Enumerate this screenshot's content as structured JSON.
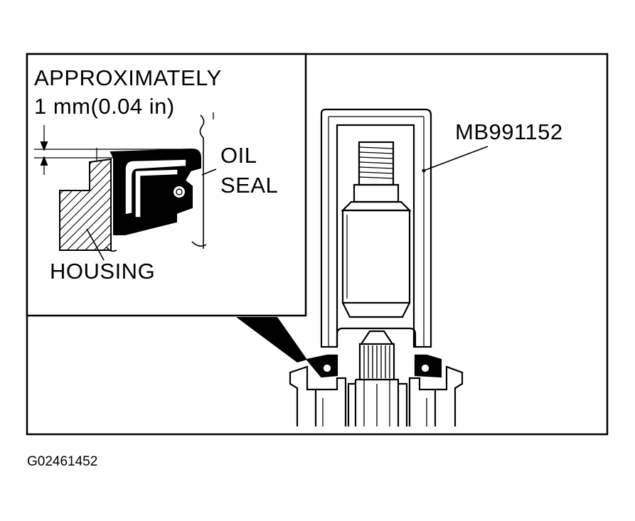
{
  "inset": {
    "line1": "APPROXIMATELY",
    "line2": "1 mm(0.04 in)"
  },
  "labels": {
    "oil": "OIL",
    "seal": "SEAL",
    "housing": "HOUSING",
    "tool": "MB991152"
  },
  "figure_code": "G02461452",
  "colors": {
    "ink": "#000000",
    "paper": "#ffffff"
  }
}
